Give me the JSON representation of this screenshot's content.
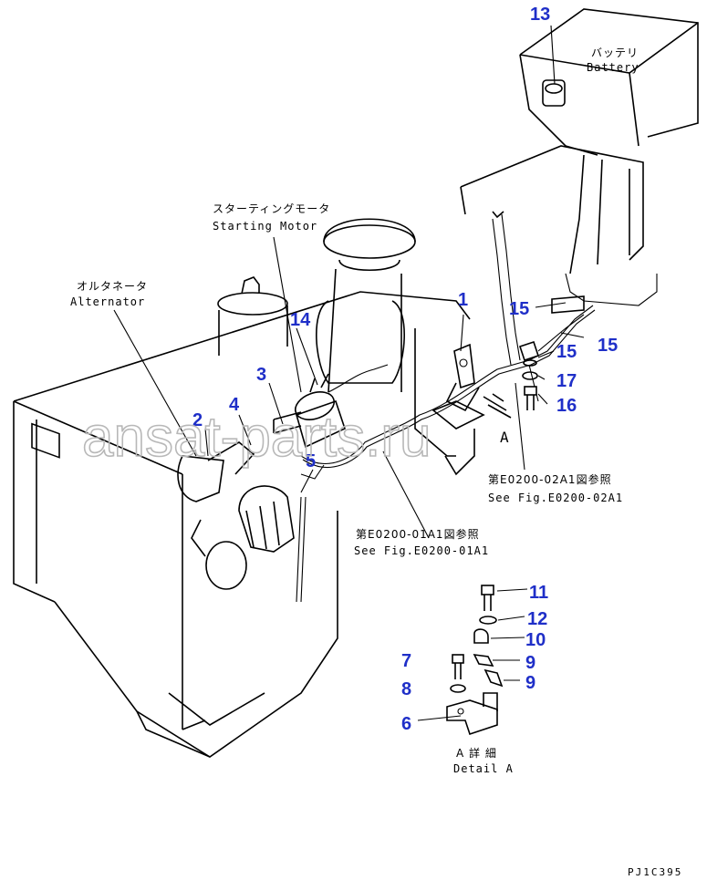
{
  "labels": {
    "battery_jp": "バッテリ",
    "battery_en": "Battery",
    "starting_motor_jp": "スターティングモータ",
    "starting_motor_en": "Starting Motor",
    "alternator_jp": "オルタネータ",
    "alternator_en": "Alternator",
    "view_a": "A",
    "ref1_jp": "第E0200-02A1図参照",
    "ref1_en": "See Fig.E0200-02A1",
    "ref2_jp": "第E0200-01A1図参照",
    "ref2_en": "See Fig.E0200-01A1",
    "detail_jp": "A 詳 細",
    "detail_en": "Detail A",
    "drawing_code": "PJ1C395",
    "watermark": "ansat-parts.ru"
  },
  "part_numbers": {
    "p1": "1",
    "p2": "2",
    "p3": "3",
    "p4": "4",
    "p5": "5",
    "p6": "6",
    "p7": "7",
    "p8": "8",
    "p9a": "9",
    "p9b": "9",
    "p10": "10",
    "p11": "11",
    "p12": "12",
    "p13": "13",
    "p14": "14",
    "p15a": "15",
    "p15b": "15",
    "p15c": "15",
    "p16": "16",
    "p17": "17"
  },
  "colors": {
    "part_number": "#1f2fc8",
    "watermark": "#b8b8b8"
  }
}
